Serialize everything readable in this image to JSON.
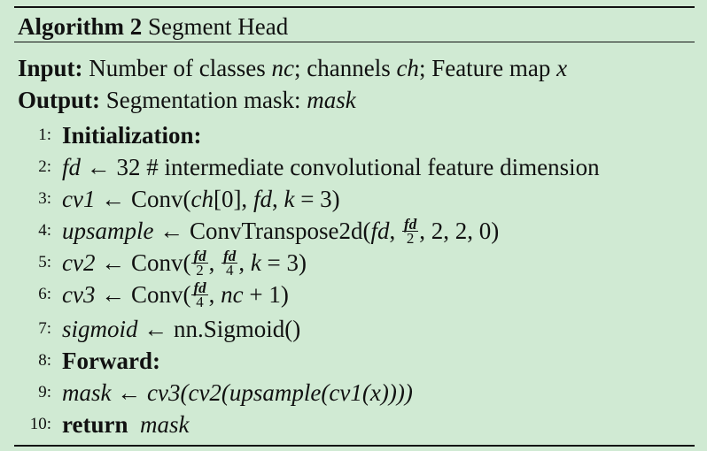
{
  "algorithm": {
    "label": "Algorithm 2",
    "title": "Segment Head"
  },
  "input": {
    "label": "Input:",
    "t1": "Number of classes ",
    "v1": "nc",
    "t2": "; channels ",
    "v2": "ch",
    "t3": "; Feature map ",
    "v3": "x"
  },
  "output": {
    "label": "Output:",
    "t1": "Segmentation mask: ",
    "v1": "mask"
  },
  "lines": {
    "l1": {
      "num": "1:",
      "kw": "Initialization:"
    },
    "l2": {
      "num": "2:",
      "var": "fd",
      "rest": " ← 32 # intermediate convolutional feature dimension"
    },
    "l3": {
      "num": "3:",
      "var": "cv1",
      "assign": " ← Conv(",
      "a": "ch",
      "b": "[0], ",
      "c": "fd",
      "d": ", ",
      "e": "k",
      "f": " = 3)"
    },
    "l4": {
      "num": "4:",
      "var": "upsample",
      "assign": " ← ConvTranspose2d(",
      "a": "fd",
      "b": ", ",
      "fn": "fd",
      "fd": "2",
      "c": ", 2, 2, 0)"
    },
    "l5": {
      "num": "5:",
      "var": "cv2",
      "assign": " ← Conv(",
      "f1n": "fd",
      "f1d": "2",
      "sep": ", ",
      "f2n": "fd",
      "f2d": "4",
      "b": ", ",
      "k": "k",
      "c": " = 3)"
    },
    "l6": {
      "num": "6:",
      "var": "cv3",
      "assign": " ← Conv(",
      "fn": "fd",
      "fd": "4",
      "b": ", ",
      "nc": "nc",
      "c": " + 1)"
    },
    "l7": {
      "num": "7:",
      "var": "sigmoid",
      "rest": " ← nn.Sigmoid()"
    },
    "l8": {
      "num": "8:",
      "kw": "Forward:"
    },
    "l9": {
      "num": "9:",
      "var": "mask",
      "arrow": " ← ",
      "expr": "cv3(cv2(upsample(cv1(x))))"
    },
    "l10": {
      "num": "10:",
      "kw": "return",
      "var": "mask"
    }
  }
}
